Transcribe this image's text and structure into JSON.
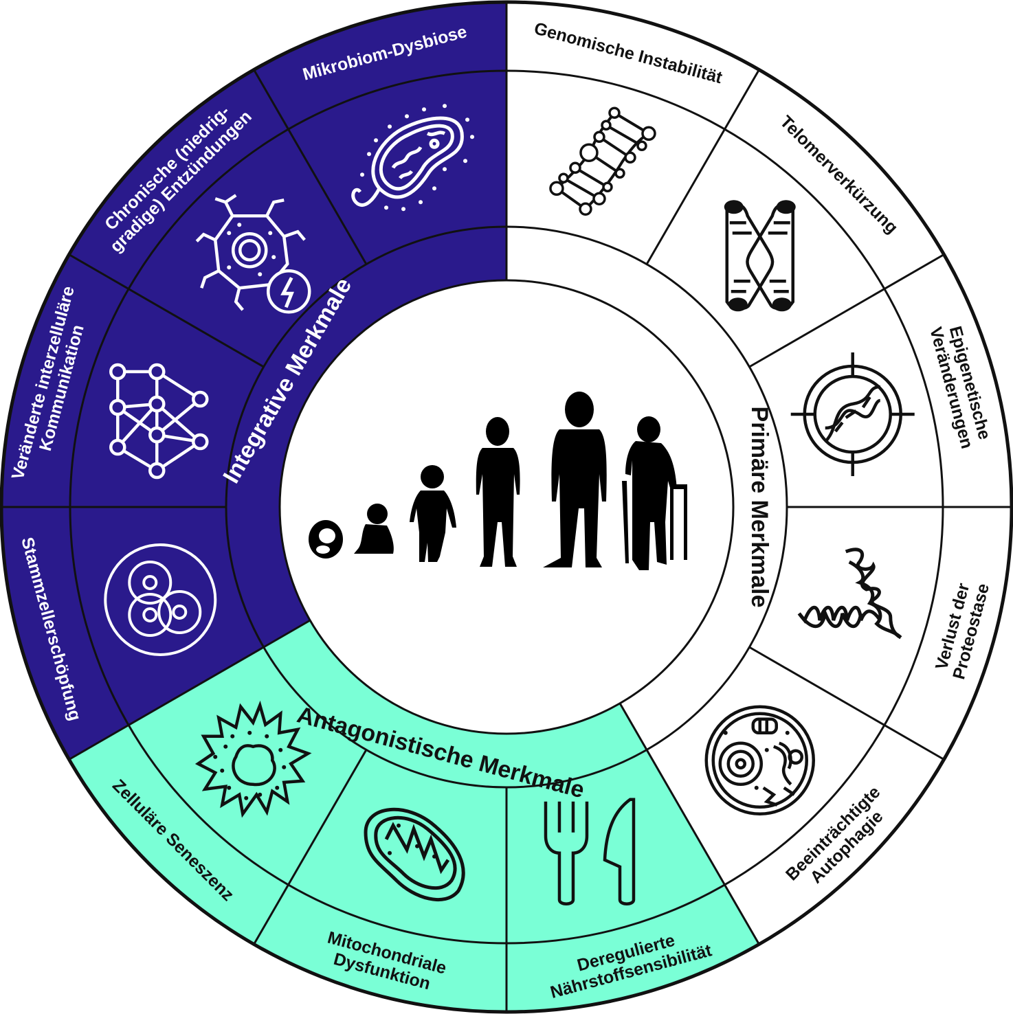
{
  "colors": {
    "integrative": "#2a1a8c",
    "antagonistic": "#7affd6",
    "primary": "#ffffff",
    "stroke": "#111111"
  },
  "groups": {
    "primary": "Primäre Merkmale",
    "integrative": "Integrative Merkmale",
    "antagonistic": "Antagonistische Merkmale"
  },
  "segments": [
    {
      "id": "genomic",
      "group": "primary",
      "label": [
        "Genomische Instabilität"
      ],
      "icon": "dna-icon"
    },
    {
      "id": "telomere",
      "group": "primary",
      "label": [
        "Telomerverkürzung"
      ],
      "icon": "chromosome-icon"
    },
    {
      "id": "epigenetic",
      "group": "primary",
      "label": [
        "Epigenetische",
        "Veränderungen"
      ],
      "icon": "dna-target-icon"
    },
    {
      "id": "proteostasis",
      "group": "primary",
      "label": [
        "Verlust der",
        "Proteostase"
      ],
      "icon": "protein-helix-icon"
    },
    {
      "id": "autophagy",
      "group": "primary",
      "label": [
        "Beeinträchtigte",
        "Autophagie"
      ],
      "icon": "cell-icon"
    },
    {
      "id": "nutrient",
      "group": "antagonistic",
      "label": [
        "Deregulierte",
        "Nährstoffsensibilität"
      ],
      "icon": "fork-knife-icon"
    },
    {
      "id": "mito",
      "group": "antagonistic",
      "label": [
        "Mitochondriale",
        "Dysfunktion"
      ],
      "icon": "mitochondrion-icon"
    },
    {
      "id": "senescence",
      "group": "antagonistic",
      "label": [
        "Zelluläre Seneszenz"
      ],
      "icon": "senescent-cell-icon"
    },
    {
      "id": "stemcell",
      "group": "integrative",
      "label": [
        "Stammzellerschöpfung"
      ],
      "icon": "stem-cells-icon"
    },
    {
      "id": "communication",
      "group": "integrative",
      "label": [
        "Veränderte interzelluläre",
        "Kommunikation"
      ],
      "icon": "network-icon"
    },
    {
      "id": "inflammation",
      "group": "integrative",
      "label": [
        "Chronische (niedrig-",
        "gradige) Entzündungen"
      ],
      "icon": "inflamed-cell-icon"
    },
    {
      "id": "microbiome",
      "group": "integrative",
      "label": [
        "Mikrobiom-Dysbiose"
      ],
      "icon": "bacterium-icon"
    }
  ],
  "center": {
    "icon": "human-aging-silhouettes-icon"
  }
}
